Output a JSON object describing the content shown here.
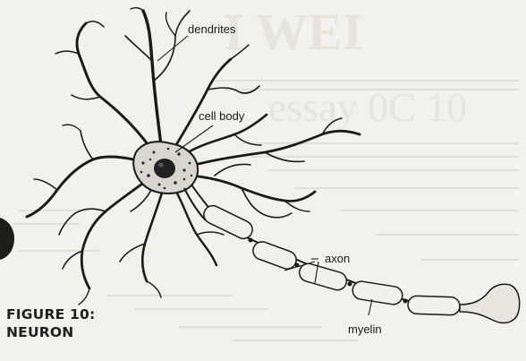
{
  "labels": {
    "dendrites": "dendrites",
    "cell_body": "cell body",
    "axon": "axon",
    "myelin": "myelin"
  },
  "caption": {
    "line1": "FIGURE 10:",
    "line2": "NEURON"
  },
  "colors": {
    "ink": "#1a1a1a",
    "paper": "#f3f1ec",
    "myelin_fill": "#f2f0ea",
    "nucleus": "#222222"
  }
}
